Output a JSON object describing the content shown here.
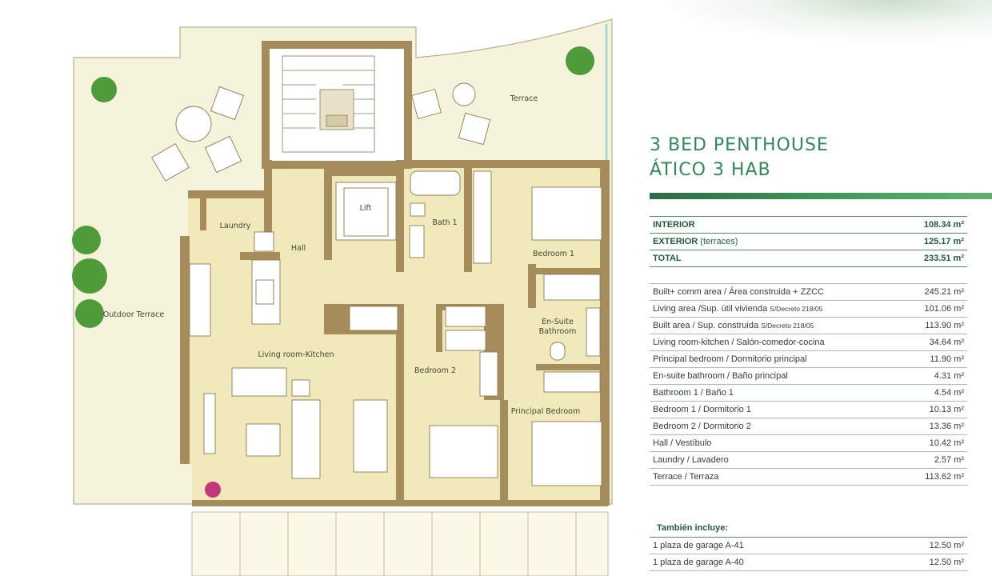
{
  "title": {
    "line1": "3 BED PENTHOUSE",
    "line2": "ÁTICO 3 HAB"
  },
  "colors": {
    "accent": "#2e8b57",
    "wall": "#a68b5b",
    "floor": "#efe9bb",
    "terrace": "#f6f3dc"
  },
  "summary": [
    {
      "label": "INTERIOR",
      "sublabel": "",
      "value": "108.34 m²"
    },
    {
      "label": "EXTERIOR",
      "sublabel": "(terraces)",
      "value": "125.17 m²"
    },
    {
      "label": "TOTAL",
      "sublabel": "",
      "value": "233.51 m²"
    }
  ],
  "areas": [
    {
      "label": "Built+ comm area / Área construida + ZZCC",
      "note": "",
      "value": "245.21 m²"
    },
    {
      "label": "Living area /Sup. útil vivienda",
      "note": "S/Decreto 218/05",
      "value": "101.06 m²"
    },
    {
      "label": "Built area / Sup. construida",
      "note": "S/Decreto 218/05",
      "value": "113.90 m²"
    },
    {
      "label": "Living room-kitchen / Salón-comedor-cocina",
      "note": "",
      "value": "34.64 m²"
    },
    {
      "label": "Principal bedroom / Dormitorio principal",
      "note": "",
      "value": "11.90 m²"
    },
    {
      "label": "En-suite bathroom / Baño principal",
      "note": "",
      "value": "4.31 m²"
    },
    {
      "label": "Bathroom 1 / Baño 1",
      "note": "",
      "value": "4.54 m²"
    },
    {
      "label": "Bedroom 1 / Dormitorio 1",
      "note": "",
      "value": "10.13 m²"
    },
    {
      "label": "Bedroom 2 / Dormitorio 2",
      "note": "",
      "value": "13.36 m²"
    },
    {
      "label": "Hall / Vestíbulo",
      "note": "",
      "value": "10.42 m²"
    },
    {
      "label": "Laundry / Lavadero",
      "note": "",
      "value": "2.57 m²"
    },
    {
      "label": "Terrace / Terraza",
      "note": "",
      "value": "113.62 m²"
    }
  ],
  "includes": {
    "title": "También incluye:",
    "rows": [
      {
        "label": "1 plaza de garage A-41",
        "value": "12.50 m²"
      },
      {
        "label": "1 plaza de garage A-40",
        "value": "12.50 m²"
      }
    ]
  },
  "plan_labels": {
    "terrace": "Terrace",
    "laundry": "Laundry",
    "hall": "Hall",
    "lift": "Lift",
    "bath1": "Bath 1",
    "bedroom1": "Bedroom 1",
    "ensuite_1": "En-Suite",
    "ensuite_2": "Bathroom",
    "outdoor_terrace": "Outdoor Terrace",
    "living_kitchen": "Living room-Kitchen",
    "bedroom2": "Bedroom 2",
    "principal_bedroom": "Principal Bedroom"
  }
}
